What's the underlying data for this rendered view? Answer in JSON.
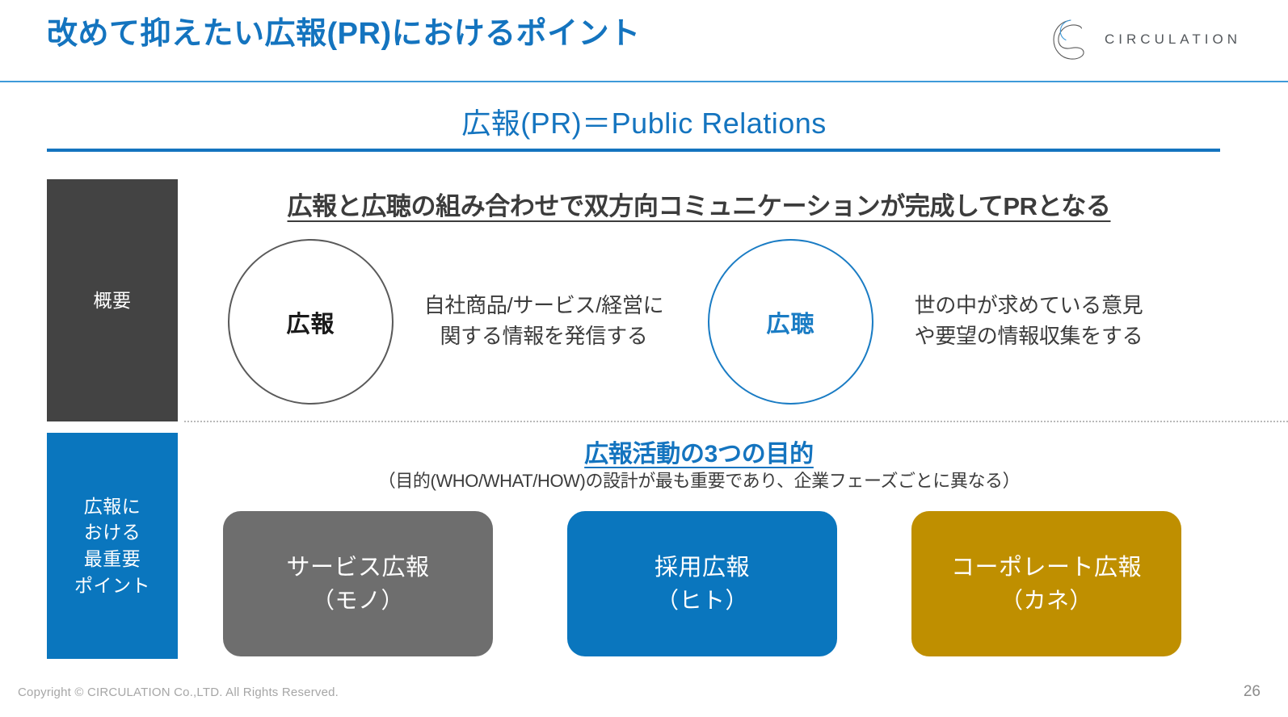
{
  "header": {
    "title": "改めて抑えたい広報(PR)におけるポイント",
    "logo_mark": "circulation-c-logo",
    "logo_word": "CIRCULATION"
  },
  "sub_header": {
    "title": "広報(PR)＝Public Relations"
  },
  "sections": [
    {
      "side_label": "概要",
      "side_label_color": "#434343",
      "heading": "広報と広聴の組み合わせで双方向コミュニケーションが完成してPRとなる",
      "items": [
        {
          "circle_label": "広報",
          "circle_color": "#5a5a5a",
          "circle_text_color": "#1a1a1a",
          "description_line1": "自社商品/サービス/経営に",
          "description_line2": "関する情報を発信する"
        },
        {
          "circle_label": "広聴",
          "circle_color": "#1a7cc4",
          "circle_text_color": "#1a7cc4",
          "description_line1": "世の中が求めている意見",
          "description_line2": "や要望の情報収集をする"
        }
      ]
    },
    {
      "side_label": "広報に\nおける\n最重要\nポイント",
      "side_label_color": "#0a76be",
      "heading": "広報活動の3つの目的",
      "note": "（目的(WHO/WHAT/HOW)の設計が最も重要であり、企業フェーズごとに異なる）",
      "boxes": [
        {
          "line1": "サービス広報",
          "line2": "（モノ）",
          "color": "#6e6e6e"
        },
        {
          "line1": "採用広報",
          "line2": "（ヒト）",
          "color": "#0a76be"
        },
        {
          "line1": "コーポレート広報",
          "line2": "（カネ）",
          "color": "#bf8f00"
        }
      ]
    }
  ],
  "footer": {
    "copyright": "Copyright © CIRCULATION Co.,LTD. All Rights Reserved.",
    "page_number": "26"
  },
  "theme": {
    "accent_blue": "#1474bf",
    "header_rule": "#3e9ad9",
    "dark_gray": "#434343",
    "gold": "#bf8f00"
  }
}
